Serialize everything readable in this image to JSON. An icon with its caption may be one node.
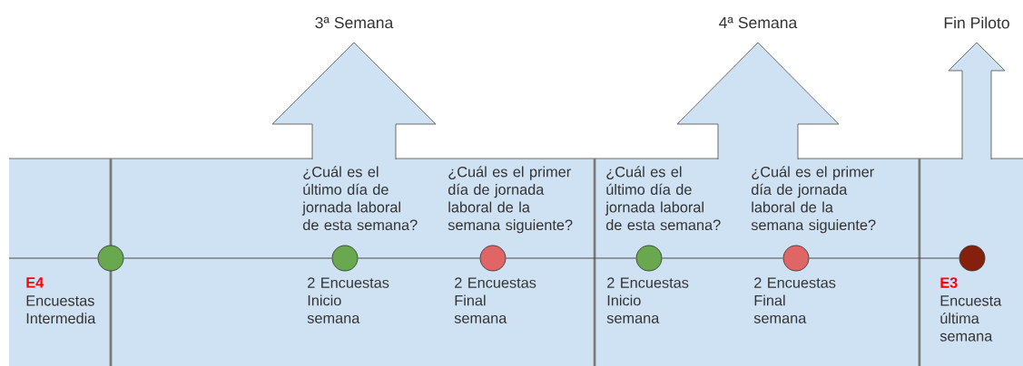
{
  "diagram": {
    "nodes": [
      {
        "text": [
          "3ª Semana"
        ]
      },
      {
        "text": [
          "4ª Semana"
        ]
      },
      {
        "text": [
          "Fin Piloto"
        ]
      },
      {
        "text": [],
        "shape": "circle",
        "beside": [
          "E4",
          "Encuestas Intermedia"
        ]
      },
      {
        "text": [],
        "shape": "circle",
        "beside": [
          "2 Encuestas Inicio semana"
        ]
      },
      {
        "text": [],
        "shape": "circle",
        "beside": [
          "2 Encuestas Final semana"
        ]
      },
      {
        "text": [],
        "shape": "circle",
        "beside": [
          "2 Encuestas Inicio semana"
        ]
      },
      {
        "text": [],
        "shape": "circle",
        "beside": [
          "2 Encuestas Final semana"
        ]
      },
      {
        "text": [],
        "shape": "circle",
        "beside": [
          "E3",
          "Encuesta última semana"
        ]
      }
    ],
    "edges": [
      {
        "from": null,
        "to": 3,
        "arrow": "none"
      },
      {
        "from": 3,
        "to": 4,
        "arrow": "none"
      },
      {
        "from": 4,
        "to": 5,
        "arrow": "none"
      },
      {
        "from": 5,
        "to": 6,
        "arrow": "none"
      },
      {
        "from": 6,
        "to": 7,
        "arrow": "none"
      },
      {
        "from": 7,
        "to": 8,
        "arrow": "none"
      }
    ],
    "labels": [
      "¿Cuál es el último día de jornada laboral de esta semana?",
      "¿Cuál es el primer día de jornada laboral de la semana siguiente?",
      "¿Cuál es el último día de jornada laboral de esta semana?",
      "¿Cuál es el primer día de jornada laboral de la semana siguiente?"
    ]
  }
}
